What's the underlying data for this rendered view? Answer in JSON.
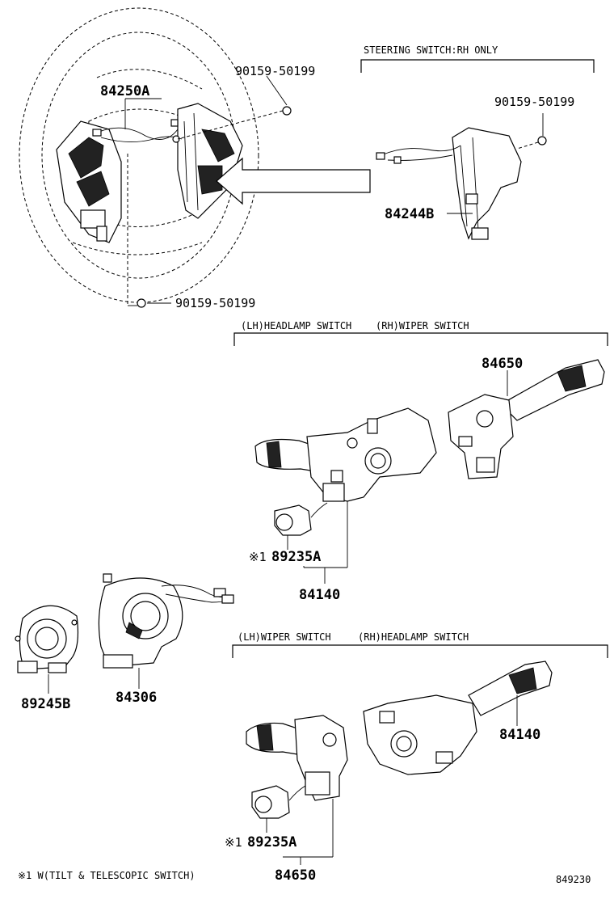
{
  "captions": {
    "steering_rh_only": "STEERING SWITCH:RH ONLY",
    "group1_lh": "(LH)HEADLAMP SWITCH",
    "group1_rh": "(RH)WIPER SWITCH",
    "group2_lh": "(LH)WIPER SWITCH",
    "group2_rh": "(RH)HEADLAMP SWITCH",
    "footnote": "※1 W(TILT & TELESCOPIC SWITCH)",
    "diagram_id": "849230"
  },
  "parts": {
    "p84250A": "84250A",
    "bolt_top": "90159-50199",
    "bolt_rh": "90159-50199",
    "bolt_bottom": "90159-50199",
    "p84244B": "84244B",
    "p84650_top": "84650",
    "p89235A_top_mark": "※1",
    "p89235A_top": "89235A",
    "p84140_top": "84140",
    "p89245B": "89245B",
    "p84306": "84306",
    "p84140_bottom": "84140",
    "p89235A_bottom_mark": "※1",
    "p89235A_bottom": "89235A",
    "p84650_bottom": "84650"
  }
}
